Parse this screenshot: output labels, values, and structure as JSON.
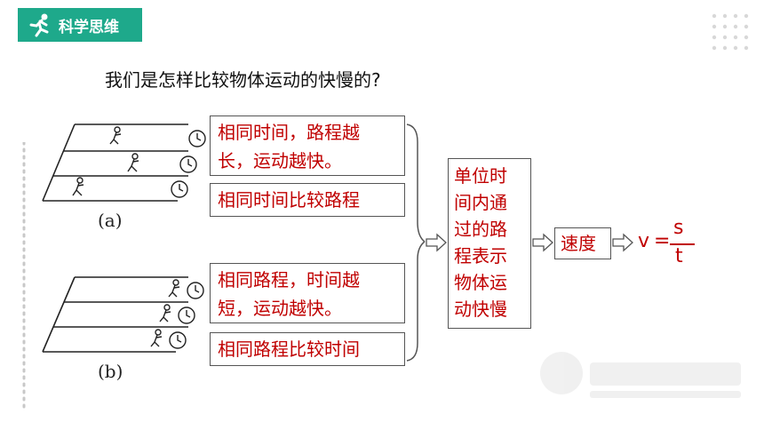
{
  "header": {
    "badge_label": "科学思维",
    "question": "我们是怎样比较物体运动的快慢的?"
  },
  "figures": {
    "a_label": "(a)",
    "b_label": "(b)"
  },
  "boxes": {
    "same_time_line1": "相同时间，路程越",
    "same_time_line2": "长，运动越快。",
    "compare_distance": "相同时间比较路程",
    "same_distance_line1": "相同路程，时间越",
    "same_distance_line2": "短，运动越快。",
    "compare_time": "相同路程比较时间",
    "unit_time_lines": [
      "单位时",
      "间内通",
      "过的路",
      "程表示",
      "物体运",
      "动快慢"
    ],
    "speed": "速度"
  },
  "formula": {
    "v": "v",
    "equals": "=",
    "numerator": "s",
    "denominator": "t"
  },
  "colors": {
    "badge": "#1ea98b",
    "text_red": "#c00000"
  }
}
